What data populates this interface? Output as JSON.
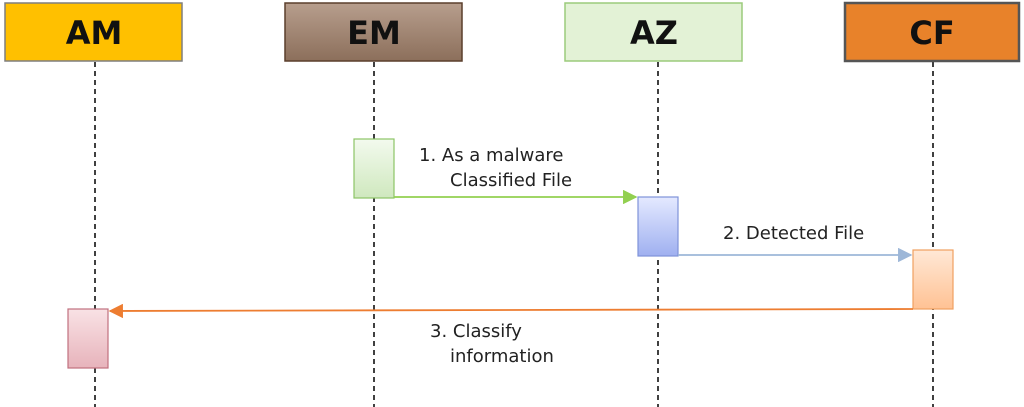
{
  "actors": [
    {
      "label": "AM",
      "fill": "#FFC000",
      "stroke": "#7F7F7F"
    },
    {
      "label": "EM",
      "fill": "#A48A7A",
      "stroke": "#5A3F2C"
    },
    {
      "label": "AZ",
      "fill": "#E3F2D6",
      "stroke": "#9BCB7B"
    },
    {
      "label": "CF",
      "fill": "#E8822A",
      "stroke": "#555555"
    }
  ],
  "messages": [
    {
      "lines": [
        "1.  As a malware",
        "Classified File"
      ],
      "color": "#92D050"
    },
    {
      "lines": [
        "2. Detected File"
      ],
      "color": "#9DB7D8"
    },
    {
      "lines": [
        "3. Classify",
        "information"
      ],
      "color": "#ED7D31"
    }
  ]
}
